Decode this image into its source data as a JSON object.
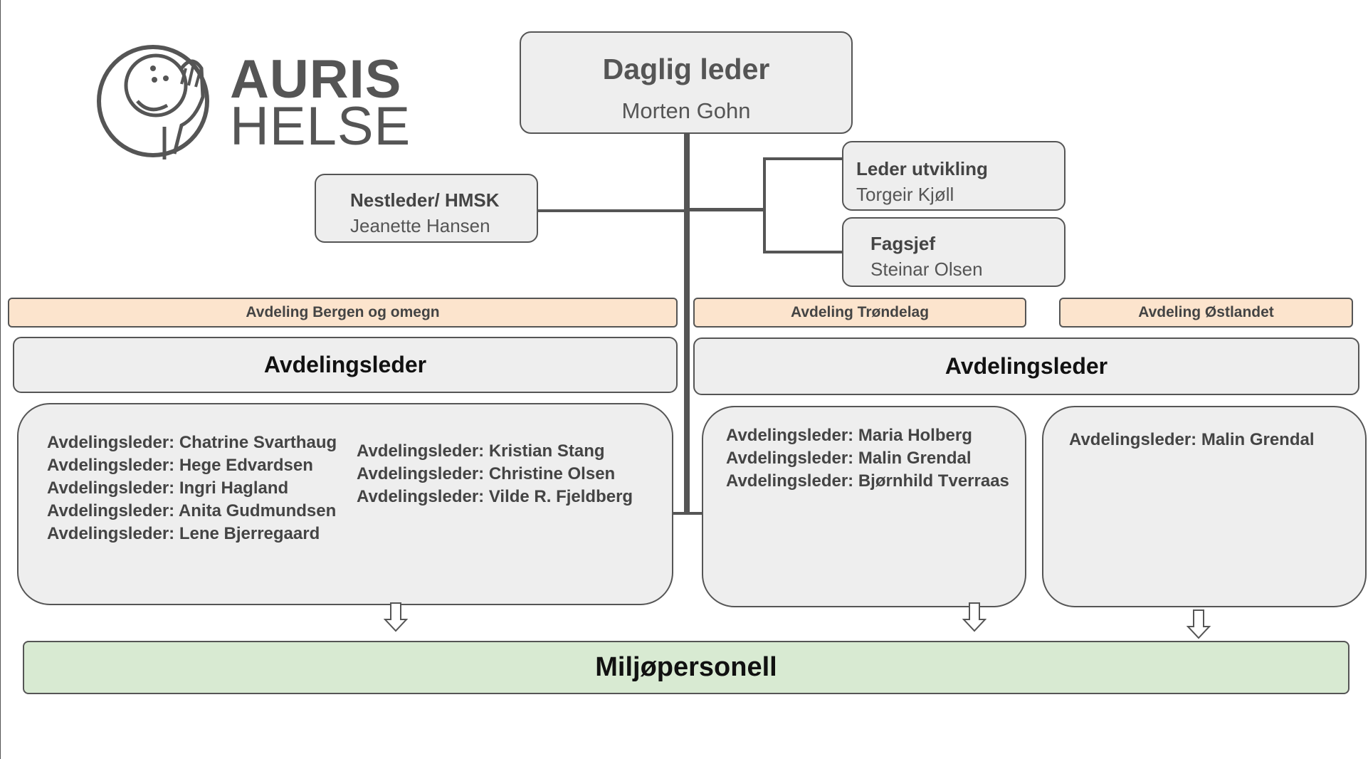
{
  "logo": {
    "line1": "AURIS",
    "line2": "HELSE",
    "icon": "face-listening-icon"
  },
  "ceo": {
    "title": "Daglig leder",
    "name": "Morten Gohn"
  },
  "deputy": {
    "title": "Nestleder/ HMSK",
    "name": "Jeanette Hansen"
  },
  "development_lead": {
    "title": "Leder utvikling",
    "name": "Torgeir Kjøll"
  },
  "professional_lead": {
    "title": "Fagsjef",
    "name": "Steinar Olsen"
  },
  "departments": {
    "bergen": "Avdeling Bergen og omegn",
    "trondelag": "Avdeling Trøndelag",
    "ostlandet": "Avdeling Østlandet"
  },
  "leader_bars": {
    "bergen": "Avdelingsleder",
    "right": "Avdelingsleder"
  },
  "bergen_leaders_col1": [
    "Avdelingsleder: Chatrine Svarthaug",
    "Avdelingsleder: Hege Edvardsen",
    "Avdelingsleder: Ingri Hagland",
    "Avdelingsleder: Anita Gudmundsen",
    "Avdelingsleder: Lene Bjerregaard"
  ],
  "bergen_leaders_col2": [
    "Avdelingsleder: Kristian Stang",
    "Avdelingsleder: Christine Olsen",
    "Avdelingsleder: Vilde R. Fjeldberg"
  ],
  "trondelag_leaders": [
    "Avdelingsleder: Maria Holberg",
    "Avdelingsleder: Malin Grendal",
    "Avdelingsleder: Bjørnhild Tverraas"
  ],
  "ostlandet_leaders": [
    "Avdelingsleder: Malin Grendal"
  ],
  "bottom": {
    "label": "Miljøpersonell"
  },
  "colors": {
    "box_fill": "#eeeeee",
    "border": "#555555",
    "department_fill": "#fce4cd",
    "bottom_fill": "#d8ead2"
  }
}
